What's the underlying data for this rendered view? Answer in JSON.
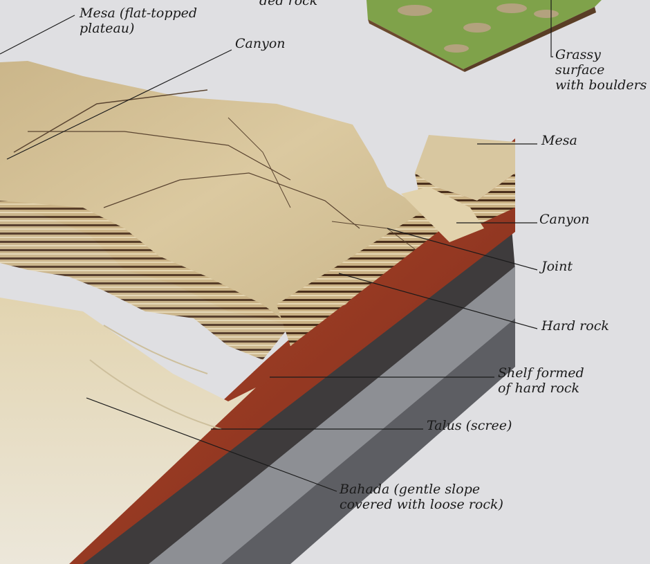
{
  "labels": {
    "top_partial": "ded rock",
    "mesa_plateau": "Mesa (flat-topped\nplateau)",
    "canyon_top": "Canyon",
    "grassy": "Grassy surface\nwith boulders",
    "mesa": "Mesa",
    "canyon": "Canyon",
    "joint": "Joint",
    "hard_rock": "Hard rock",
    "shelf": "Shelf formed\nof hard rock",
    "talus": "Talus (scree)",
    "bahada": "Bahada (gentle slope\ncovered with loose rock)"
  },
  "colors": {
    "background": "#dfdfe2",
    "plateau": "#d6c49a",
    "cliff_dark": "#5a3a22",
    "red_rock": "#9c3a24",
    "grey_rock": "#8d8f94",
    "dark_rock": "#5d5e63",
    "grass": "#7fa24a",
    "bahada": "#e6dcc0"
  }
}
